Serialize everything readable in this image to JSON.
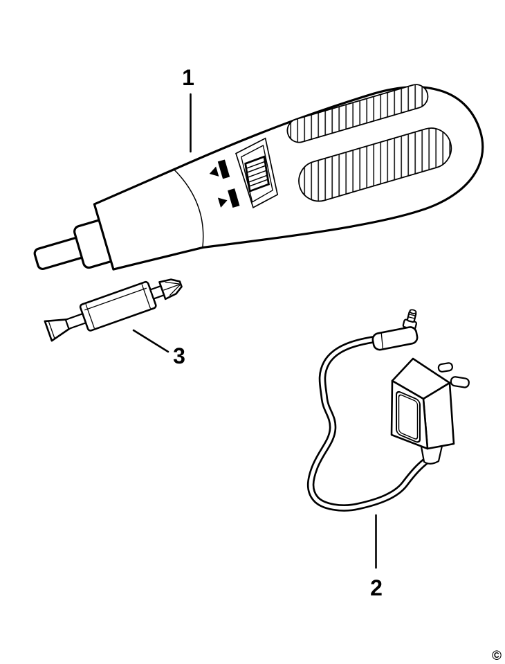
{
  "page": {
    "background_color": "#ffffff",
    "ink_color": "#000000"
  },
  "callouts": {
    "screwdriver": "1",
    "charger": "2",
    "bit": "3"
  },
  "copyright_symbol": "©",
  "icons": {
    "reverse_switch": "solid-triangle-left-with-bar",
    "forward_switch": "solid-triangle-right-with-bar"
  }
}
